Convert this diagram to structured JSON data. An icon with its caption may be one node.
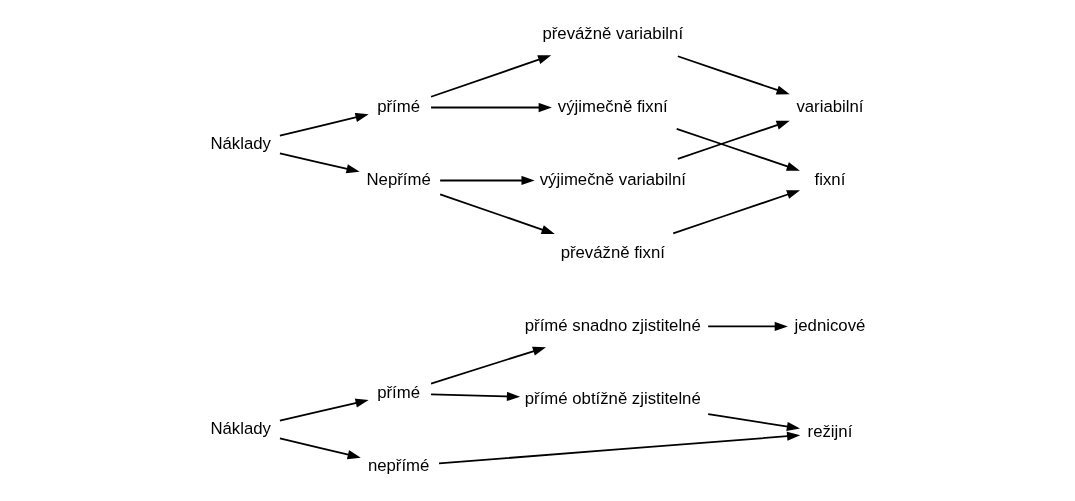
{
  "diagram": {
    "nodes": [
      {
        "text": [
          "Náklady"
        ]
      },
      {
        "text": [
          "přímé"
        ]
      },
      {
        "text": [
          "nepřímé"
        ]
      },
      {
        "text": [
          "přímé snadno zjistitelné"
        ]
      },
      {
        "text": [
          "přímé obtížně zjistitelné"
        ]
      },
      {
        "text": [
          "jednicové"
        ]
      },
      {
        "text": [
          "režijní"
        ]
      },
      {
        "text": [
          "Náklady"
        ]
      },
      {
        "text": [
          "přímé"
        ]
      },
      {
        "text": [
          "Nepřímé"
        ]
      },
      {
        "text": [
          "převážně variabilní"
        ]
      },
      {
        "text": [
          "výjimečně fixní"
        ]
      },
      {
        "text": [
          "výjimečně variabilní"
        ]
      },
      {
        "text": [
          "převážně fixní"
        ]
      },
      {
        "text": [
          "variabilní"
        ]
      },
      {
        "text": [
          "fixní"
        ]
      }
    ],
    "edges": [
      {
        "from": 0,
        "to": 1,
        "arrow": "to"
      },
      {
        "from": 0,
        "to": 2,
        "arrow": "to"
      },
      {
        "from": 1,
        "to": 3,
        "arrow": "to"
      },
      {
        "from": 1,
        "to": 4,
        "arrow": "to"
      },
      {
        "from": 3,
        "to": 5,
        "arrow": "to"
      },
      {
        "from": 4,
        "to": 6,
        "arrow": "to"
      },
      {
        "from": 2,
        "to": 6,
        "arrow": "to"
      },
      {
        "from": 7,
        "to": 8,
        "arrow": "to"
      },
      {
        "from": 7,
        "to": 9,
        "arrow": "to"
      },
      {
        "from": 8,
        "to": 10,
        "arrow": "to"
      },
      {
        "from": 8,
        "to": 11,
        "arrow": "to"
      },
      {
        "from": 9,
        "to": 12,
        "arrow": "to"
      },
      {
        "from": 9,
        "to": 13,
        "arrow": "to"
      },
      {
        "from": 10,
        "to": 14,
        "arrow": "to"
      },
      {
        "from": 11,
        "to": 15,
        "arrow": "to"
      },
      {
        "from": 12,
        "to": 14,
        "arrow": "to"
      },
      {
        "from": 13,
        "to": 15,
        "arrow": "to"
      }
    ]
  }
}
